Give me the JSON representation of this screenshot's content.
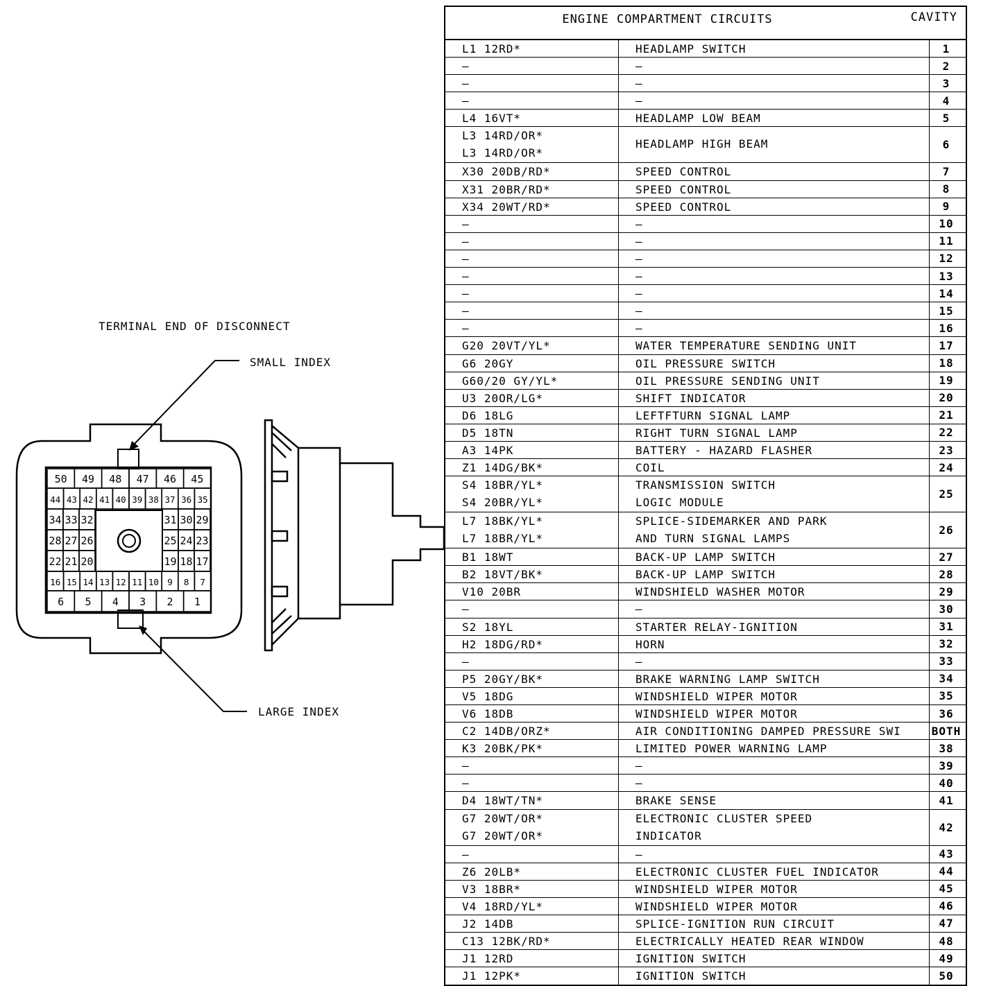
{
  "diagram": {
    "title": "TERMINAL END OF DISCONNECT",
    "small_index": "SMALL INDEX",
    "large_index": "LARGE INDEX",
    "pins": {
      "row1": [
        "50",
        "49",
        "48",
        "47",
        "46",
        "45"
      ],
      "row2": [
        "44",
        "43",
        "42",
        "41",
        "40",
        "39",
        "38",
        "37",
        "36",
        "35"
      ],
      "row3": [
        "34",
        "33",
        "32",
        "31",
        "30",
        "29"
      ],
      "row4": [
        "28",
        "27",
        "26",
        "25",
        "24",
        "23"
      ],
      "row5": [
        "22",
        "21",
        "20",
        "19",
        "18",
        "17"
      ],
      "row6": [
        "16",
        "15",
        "14",
        "13",
        "12",
        "11",
        "10",
        "9",
        "8",
        "7"
      ],
      "row7": [
        "6",
        "5",
        "4",
        "3",
        "2",
        "1"
      ]
    }
  },
  "table": {
    "title": "ENGINE COMPARTMENT CIRCUITS",
    "cavity_header": "CAVITY",
    "rows": [
      {
        "wire": [
          "L1 12RD*"
        ],
        "func": [
          "HEADLAMP SWITCH"
        ],
        "cav": "1"
      },
      {
        "wire": [
          "—"
        ],
        "func": [
          "—"
        ],
        "cav": "2"
      },
      {
        "wire": [
          "—"
        ],
        "func": [
          "—"
        ],
        "cav": "3"
      },
      {
        "wire": [
          "—"
        ],
        "func": [
          "—"
        ],
        "cav": "4"
      },
      {
        "wire": [
          "L4 16VT*"
        ],
        "func": [
          "HEADLAMP LOW BEAM"
        ],
        "cav": "5"
      },
      {
        "wire": [
          "L3 14RD/OR*",
          "L3 14RD/OR*"
        ],
        "func": [
          "HEADLAMP HIGH BEAM"
        ],
        "cav": "6"
      },
      {
        "wire": [
          "X30 20DB/RD*"
        ],
        "func": [
          "SPEED CONTROL"
        ],
        "cav": "7"
      },
      {
        "wire": [
          "X31 20BR/RD*"
        ],
        "func": [
          "SPEED CONTROL"
        ],
        "cav": "8"
      },
      {
        "wire": [
          "X34 20WT/RD*"
        ],
        "func": [
          "SPEED CONTROL"
        ],
        "cav": "9"
      },
      {
        "wire": [
          "—"
        ],
        "func": [
          "—"
        ],
        "cav": "10"
      },
      {
        "wire": [
          "—"
        ],
        "func": [
          "—"
        ],
        "cav": "11"
      },
      {
        "wire": [
          "—"
        ],
        "func": [
          "—"
        ],
        "cav": "12"
      },
      {
        "wire": [
          "—"
        ],
        "func": [
          "—"
        ],
        "cav": "13"
      },
      {
        "wire": [
          "—"
        ],
        "func": [
          "—"
        ],
        "cav": "14"
      },
      {
        "wire": [
          "—"
        ],
        "func": [
          "—"
        ],
        "cav": "15"
      },
      {
        "wire": [
          "—"
        ],
        "func": [
          "—"
        ],
        "cav": "16"
      },
      {
        "wire": [
          "G20 20VT/YL*"
        ],
        "func": [
          "WATER TEMPERATURE SENDING UNIT"
        ],
        "cav": "17"
      },
      {
        "wire": [
          "G6 20GY"
        ],
        "func": [
          "OIL PRESSURE SWITCH"
        ],
        "cav": "18"
      },
      {
        "wire": [
          "G60/20 GY/YL*"
        ],
        "func": [
          "OIL PRESSURE SENDING UNIT"
        ],
        "cav": "19"
      },
      {
        "wire": [
          "U3 20OR/LG*"
        ],
        "func": [
          "SHIFT INDICATOR"
        ],
        "cav": "20"
      },
      {
        "wire": [
          "D6 18LG"
        ],
        "func": [
          "LEFTFTURN SIGNAL LAMP"
        ],
        "cav": "21"
      },
      {
        "wire": [
          "D5 18TN"
        ],
        "func": [
          "RIGHT TURN SIGNAL LAMP"
        ],
        "cav": "22"
      },
      {
        "wire": [
          "A3 14PK"
        ],
        "func": [
          "BATTERY - HAZARD FLASHER"
        ],
        "cav": "23"
      },
      {
        "wire": [
          "Z1 14DG/BK*"
        ],
        "func": [
          "COIL"
        ],
        "cav": "24"
      },
      {
        "wire": [
          "S4 18BR/YL*",
          "S4 20BR/YL*"
        ],
        "func": [
          "TRANSMISSION SWITCH",
          "LOGIC MODULE"
        ],
        "cav": "25"
      },
      {
        "wire": [
          "L7 18BK/YL*",
          "L7 18BR/YL*"
        ],
        "func": [
          "SPLICE-SIDEMARKER AND PARK",
          "AND TURN SIGNAL LAMPS"
        ],
        "cav": "26"
      },
      {
        "wire": [
          "B1 18WT"
        ],
        "func": [
          "BACK-UP LAMP SWITCH"
        ],
        "cav": "27"
      },
      {
        "wire": [
          "B2 18VT/BK*"
        ],
        "func": [
          "BACK-UP LAMP SWITCH"
        ],
        "cav": "28"
      },
      {
        "wire": [
          "V10 20BR"
        ],
        "func": [
          "WINDSHIELD WASHER MOTOR"
        ],
        "cav": "29"
      },
      {
        "wire": [
          "—"
        ],
        "func": [
          "—"
        ],
        "cav": "30"
      },
      {
        "wire": [
          "S2 18YL"
        ],
        "func": [
          "STARTER RELAY-IGNITION"
        ],
        "cav": "31"
      },
      {
        "wire": [
          "H2 18DG/RD*"
        ],
        "func": [
          "HORN"
        ],
        "cav": "32"
      },
      {
        "wire": [
          "—"
        ],
        "func": [
          "—"
        ],
        "cav": "33"
      },
      {
        "wire": [
          "P5 20GY/BK*"
        ],
        "func": [
          "BRAKE WARNING LAMP SWITCH"
        ],
        "cav": "34"
      },
      {
        "wire": [
          "V5 18DG"
        ],
        "func": [
          "WINDSHIELD WIPER MOTOR"
        ],
        "cav": "35"
      },
      {
        "wire": [
          "V6 18DB"
        ],
        "func": [
          "WINDSHIELD WIPER MOTOR"
        ],
        "cav": "36"
      },
      {
        "wire": [
          "C2 14DB/ORZ*"
        ],
        "func": [
          "AIR CONDITIONING DAMPED PRESSURE SWI"
        ],
        "cav": "BOTH"
      },
      {
        "wire": [
          "K3 20BK/PK*"
        ],
        "func": [
          "LIMITED POWER WARNING LAMP"
        ],
        "cav": "38"
      },
      {
        "wire": [
          "—"
        ],
        "func": [
          "—"
        ],
        "cav": "39"
      },
      {
        "wire": [
          "—"
        ],
        "func": [
          "—"
        ],
        "cav": "40"
      },
      {
        "wire": [
          "D4 18WT/TN*"
        ],
        "func": [
          "BRAKE SENSE"
        ],
        "cav": "41"
      },
      {
        "wire": [
          "G7 20WT/OR*",
          "G7 20WT/OR*"
        ],
        "func": [
          "ELECTRONIC CLUSTER SPEED",
          "INDICATOR"
        ],
        "cav": "42"
      },
      {
        "wire": [
          "—"
        ],
        "func": [
          "—"
        ],
        "cav": "43"
      },
      {
        "wire": [
          "Z6 20LB*"
        ],
        "func": [
          "ELECTRONIC CLUSTER FUEL INDICATOR"
        ],
        "cav": "44"
      },
      {
        "wire": [
          "V3 18BR*"
        ],
        "func": [
          "WINDSHIELD WIPER MOTOR"
        ],
        "cav": "45"
      },
      {
        "wire": [
          "V4 18RD/YL*"
        ],
        "func": [
          "WINDSHIELD WIPER MOTOR"
        ],
        "cav": "46"
      },
      {
        "wire": [
          "J2 14DB"
        ],
        "func": [
          "SPLICE-IGNITION RUN CIRCUIT"
        ],
        "cav": "47"
      },
      {
        "wire": [
          "C13 12BK/RD*"
        ],
        "func": [
          "ELECTRICALLY HEATED REAR WINDOW"
        ],
        "cav": "48"
      },
      {
        "wire": [
          "J1 12RD"
        ],
        "func": [
          "IGNITION SWITCH"
        ],
        "cav": "49"
      },
      {
        "wire": [
          "J1 12PK*"
        ],
        "func": [
          "IGNITION SWITCH"
        ],
        "cav": "50"
      }
    ]
  }
}
